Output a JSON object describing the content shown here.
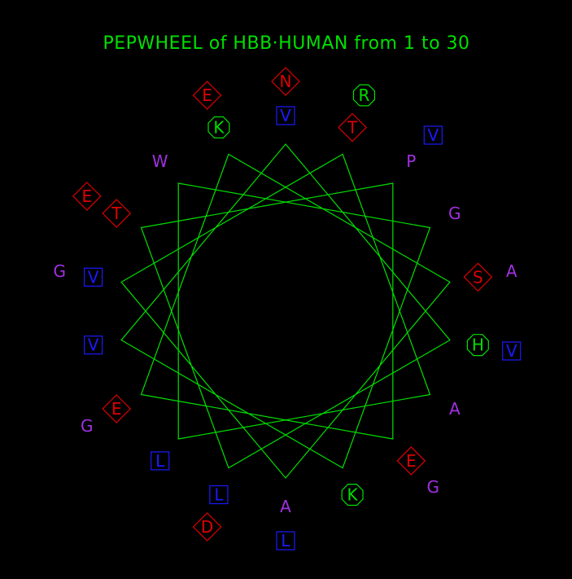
{
  "title": "PEPWHEEL of HBB·HUMAN from 1 to 30",
  "colors": {
    "background": "#000000",
    "title": "#00e000",
    "wheel": "#00e000",
    "hydrophobic_square": "#1a1aff",
    "charged_diamond": "#e00000",
    "polar_octagon": "#00e000",
    "plain_text": "#a030e0"
  },
  "wheel": {
    "range": "1 to 30",
    "sequence": "VHLTPEEKSAVTALWGKVNVDEVGGEALGR",
    "residues": [
      {
        "n": 1,
        "aa": "V",
        "style": "square"
      },
      {
        "n": 2,
        "aa": "H",
        "style": "octagon"
      },
      {
        "n": 3,
        "aa": "L",
        "style": "square"
      },
      {
        "n": 4,
        "aa": "T",
        "style": "diamond"
      },
      {
        "n": 5,
        "aa": "P",
        "style": "plain"
      },
      {
        "n": 6,
        "aa": "E",
        "style": "diamond"
      },
      {
        "n": 7,
        "aa": "E",
        "style": "diamond"
      },
      {
        "n": 8,
        "aa": "K",
        "style": "octagon"
      },
      {
        "n": 9,
        "aa": "S",
        "style": "diamond"
      },
      {
        "n": 10,
        "aa": "A",
        "style": "plain"
      },
      {
        "n": 11,
        "aa": "V",
        "style": "square"
      },
      {
        "n": 12,
        "aa": "T",
        "style": "diamond"
      },
      {
        "n": 13,
        "aa": "A",
        "style": "plain"
      },
      {
        "n": 14,
        "aa": "L",
        "style": "square"
      },
      {
        "n": 15,
        "aa": "W",
        "style": "plain"
      },
      {
        "n": 16,
        "aa": "G",
        "style": "plain"
      },
      {
        "n": 17,
        "aa": "K",
        "style": "octagon"
      },
      {
        "n": 18,
        "aa": "V",
        "style": "square"
      },
      {
        "n": 19,
        "aa": "N",
        "style": "diamond"
      },
      {
        "n": 20,
        "aa": "V",
        "style": "square"
      },
      {
        "n": 21,
        "aa": "D",
        "style": "diamond"
      },
      {
        "n": 22,
        "aa": "E",
        "style": "diamond"
      },
      {
        "n": 23,
        "aa": "V",
        "style": "square"
      },
      {
        "n": 24,
        "aa": "G",
        "style": "plain"
      },
      {
        "n": 25,
        "aa": "G",
        "style": "plain"
      },
      {
        "n": 26,
        "aa": "E",
        "style": "diamond"
      },
      {
        "n": 27,
        "aa": "A",
        "style": "plain"
      },
      {
        "n": 28,
        "aa": "L",
        "style": "square"
      },
      {
        "n": 29,
        "aa": "G",
        "style": "plain"
      },
      {
        "n": 30,
        "aa": "R",
        "style": "octagon"
      }
    ]
  }
}
